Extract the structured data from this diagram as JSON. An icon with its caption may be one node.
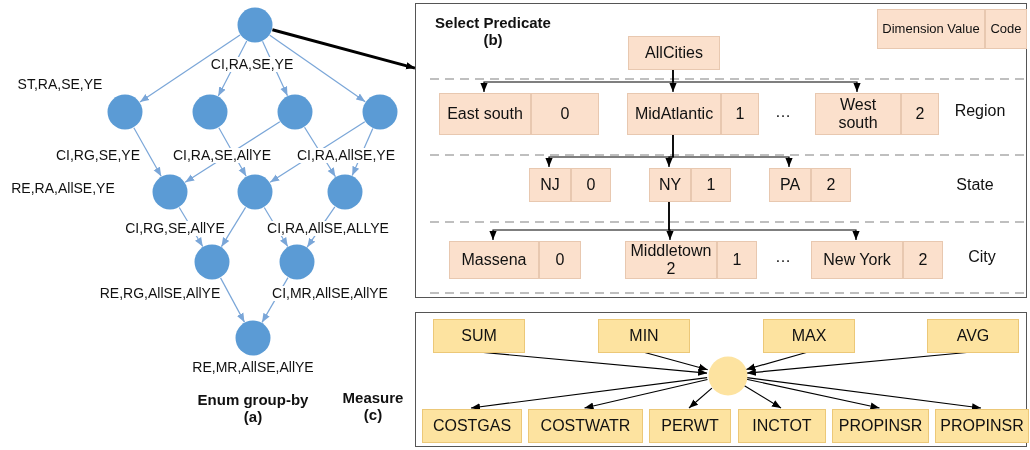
{
  "diagram": {
    "nodes": [
      {
        "text": [],
        "shape": "circle"
      },
      {
        "text": [],
        "shape": "circle"
      },
      {
        "text": [],
        "shape": "circle"
      },
      {
        "text": [],
        "shape": "circle"
      },
      {
        "text": [],
        "shape": "circle"
      },
      {
        "text": [],
        "shape": "circle"
      },
      {
        "text": [],
        "shape": "circle"
      },
      {
        "text": [],
        "shape": "circle"
      },
      {
        "text": [],
        "shape": "circle"
      },
      {
        "text": [],
        "shape": "circle"
      },
      {
        "text": [],
        "shape": "circle",
        "beside": [
          "RE,MR,AllSE,AllYE"
        ]
      },
      {
        "text": [
          "Select Predicate (b)"
        ]
      },
      {
        "text": [
          "Dimension Value",
          "Code"
        ],
        "in": 11
      },
      {
        "text": [
          "AllCities"
        ],
        "in": 11
      },
      {
        "text": [
          "East south",
          "0"
        ],
        "in": 11
      },
      {
        "text": [
          "MidAtlantic",
          "1"
        ],
        "in": 11
      },
      {
        "text": [
          "West south",
          "2"
        ],
        "in": 11
      },
      {
        "text": [
          "NJ",
          "0"
        ],
        "in": 11
      },
      {
        "text": [
          "NY",
          "1"
        ],
        "in": 11
      },
      {
        "text": [
          "PA",
          "2"
        ],
        "in": 11
      },
      {
        "text": [
          "Massena",
          "0"
        ],
        "in": 11
      },
      {
        "text": [
          "Middletown2",
          "1"
        ],
        "in": 11
      },
      {
        "text": [
          "New York",
          "2"
        ],
        "in": 11
      },
      {
        "text": [
          "Measure (c)"
        ]
      },
      {
        "text": [
          "SUM"
        ],
        "in": 23
      },
      {
        "text": [
          "MIN"
        ],
        "in": 23
      },
      {
        "text": [
          "MAX"
        ],
        "in": 23
      },
      {
        "text": [
          "AVG"
        ],
        "in": 23
      },
      {
        "text": [],
        "shape": "circle",
        "in": 23
      },
      {
        "text": [
          "COSTGAS"
        ],
        "in": 23
      },
      {
        "text": [
          "COSTWATR"
        ],
        "in": 23
      },
      {
        "text": [
          "PERWT"
        ],
        "in": 23
      },
      {
        "text": [
          "INCTOT"
        ],
        "in": 23
      },
      {
        "text": [
          "PROPINSR"
        ],
        "in": 23
      },
      {
        "text": [
          "PROPINSR"
        ],
        "in": 23
      }
    ],
    "edges": [
      {
        "from": 0,
        "to": 1,
        "arrow": "to",
        "color": "#7aa6d8"
      },
      {
        "from": 0,
        "to": 2,
        "arrow": "to",
        "color": "#7aa6d8"
      },
      {
        "from": 0,
        "to": 3,
        "arrow": "to",
        "color": "#7aa6d8"
      },
      {
        "from": 0,
        "to": 4,
        "arrow": "to",
        "color": "#7aa6d8"
      },
      {
        "from": 1,
        "to": 5,
        "arrow": "to",
        "color": "#7aa6d8"
      },
      {
        "from": 2,
        "to": 6,
        "arrow": "to",
        "color": "#7aa6d8"
      },
      {
        "from": 3,
        "to": 5,
        "arrow": "to",
        "color": "#7aa6d8"
      },
      {
        "from": 3,
        "to": 7,
        "arrow": "to",
        "color": "#7aa6d8"
      },
      {
        "from": 4,
        "to": 6,
        "arrow": "to",
        "color": "#7aa6d8"
      },
      {
        "from": 4,
        "to": 7,
        "arrow": "to",
        "color": "#7aa6d8"
      },
      {
        "from": 5,
        "to": 8,
        "arrow": "to",
        "color": "#7aa6d8"
      },
      {
        "from": 6,
        "to": 8,
        "arrow": "to",
        "color": "#7aa6d8"
      },
      {
        "from": 6,
        "to": 9,
        "arrow": "to",
        "color": "#7aa6d8"
      },
      {
        "from": 7,
        "to": 9,
        "arrow": "to",
        "color": "#7aa6d8"
      },
      {
        "from": 8,
        "to": 10,
        "arrow": "to",
        "color": "#7aa6d8"
      },
      {
        "from": 9,
        "to": 10,
        "arrow": "to",
        "color": "#7aa6d8"
      },
      {
        "from": 0,
        "to": 11,
        "arrow": "to",
        "style": "thick"
      },
      {
        "from": 13,
        "to": 14,
        "arrow": "to"
      },
      {
        "from": 13,
        "to": 15,
        "arrow": "to"
      },
      {
        "from": 13,
        "to": 16,
        "arrow": "to"
      },
      {
        "from": 15,
        "to": 17,
        "arrow": "to"
      },
      {
        "from": 15,
        "to": 18,
        "arrow": "to"
      },
      {
        "from": 15,
        "to": 19,
        "arrow": "to"
      },
      {
        "from": 18,
        "to": 20,
        "arrow": "to"
      },
      {
        "from": 18,
        "to": 21,
        "arrow": "to"
      },
      {
        "from": 18,
        "to": 22,
        "arrow": "to"
      },
      {
        "from": 24,
        "to": 28,
        "arrow": "to"
      },
      {
        "from": 25,
        "to": 28,
        "arrow": "to"
      },
      {
        "from": 26,
        "to": 28,
        "arrow": "to"
      },
      {
        "from": 27,
        "to": 28,
        "arrow": "to"
      },
      {
        "from": 28,
        "to": 29,
        "arrow": "to"
      },
      {
        "from": 28,
        "to": 30,
        "arrow": "to"
      },
      {
        "from": 28,
        "to": 31,
        "arrow": "to"
      },
      {
        "from": 28,
        "to": 32,
        "arrow": "to"
      },
      {
        "from": 28,
        "to": 33,
        "arrow": "to"
      },
      {
        "from": 28,
        "to": 34,
        "arrow": "to"
      }
    ],
    "labels": [
      "ST,RA,SE,YE",
      "CI,RA,SE,YE",
      "CI,RG,SE,YE",
      "CI,RA,SE,AllYE",
      "CI,RA,AllSE,YE",
      "RE,RA,AllSE,YE",
      "CI,RG,SE,AllYE",
      "CI,RA,AllSE,ALLYE",
      "RE,RG,AllSE,AllYE",
      "CI,MR,AllSE,AllYE",
      "Enum group-by (a)",
      "…",
      "Region",
      "State",
      "…",
      "City"
    ]
  }
}
